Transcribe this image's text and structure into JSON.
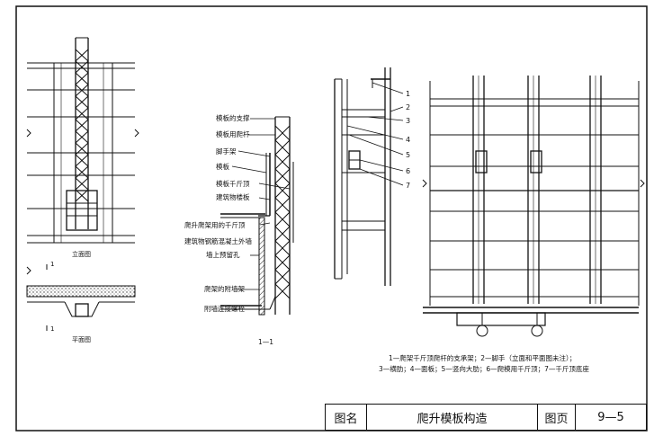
{
  "labels": {
    "elevation": "立面图",
    "plan": "平面图",
    "section_mark": "1",
    "section": "1—1"
  },
  "section_callouts": [
    "模板的支撑",
    "模板用爬杆",
    "脚手架",
    "模板",
    "模板千斤顶",
    "建筑物楼板",
    "爬升爬架用的千斤顶",
    "建筑物钢筋混凝土外墙",
    "墙上预留孔",
    "爬架的附墙架",
    "附墙连接螺栓"
  ],
  "side_numbers": [
    "1",
    "2",
    "3",
    "4",
    "5",
    "6",
    "7"
  ],
  "legend": {
    "line1": "1—爬架千斤顶爬杆的支承架；2—脚手（立面和平面图未注）；",
    "line2": "3—横肋；4—面板；5—竖向大肋；6—爬模用千斤顶；7—千斤顶底座"
  },
  "title_block": {
    "drawing_name_label": "图名",
    "drawing_name": "爬升模板构造",
    "page_label": "图页",
    "page_number": "9—5"
  }
}
